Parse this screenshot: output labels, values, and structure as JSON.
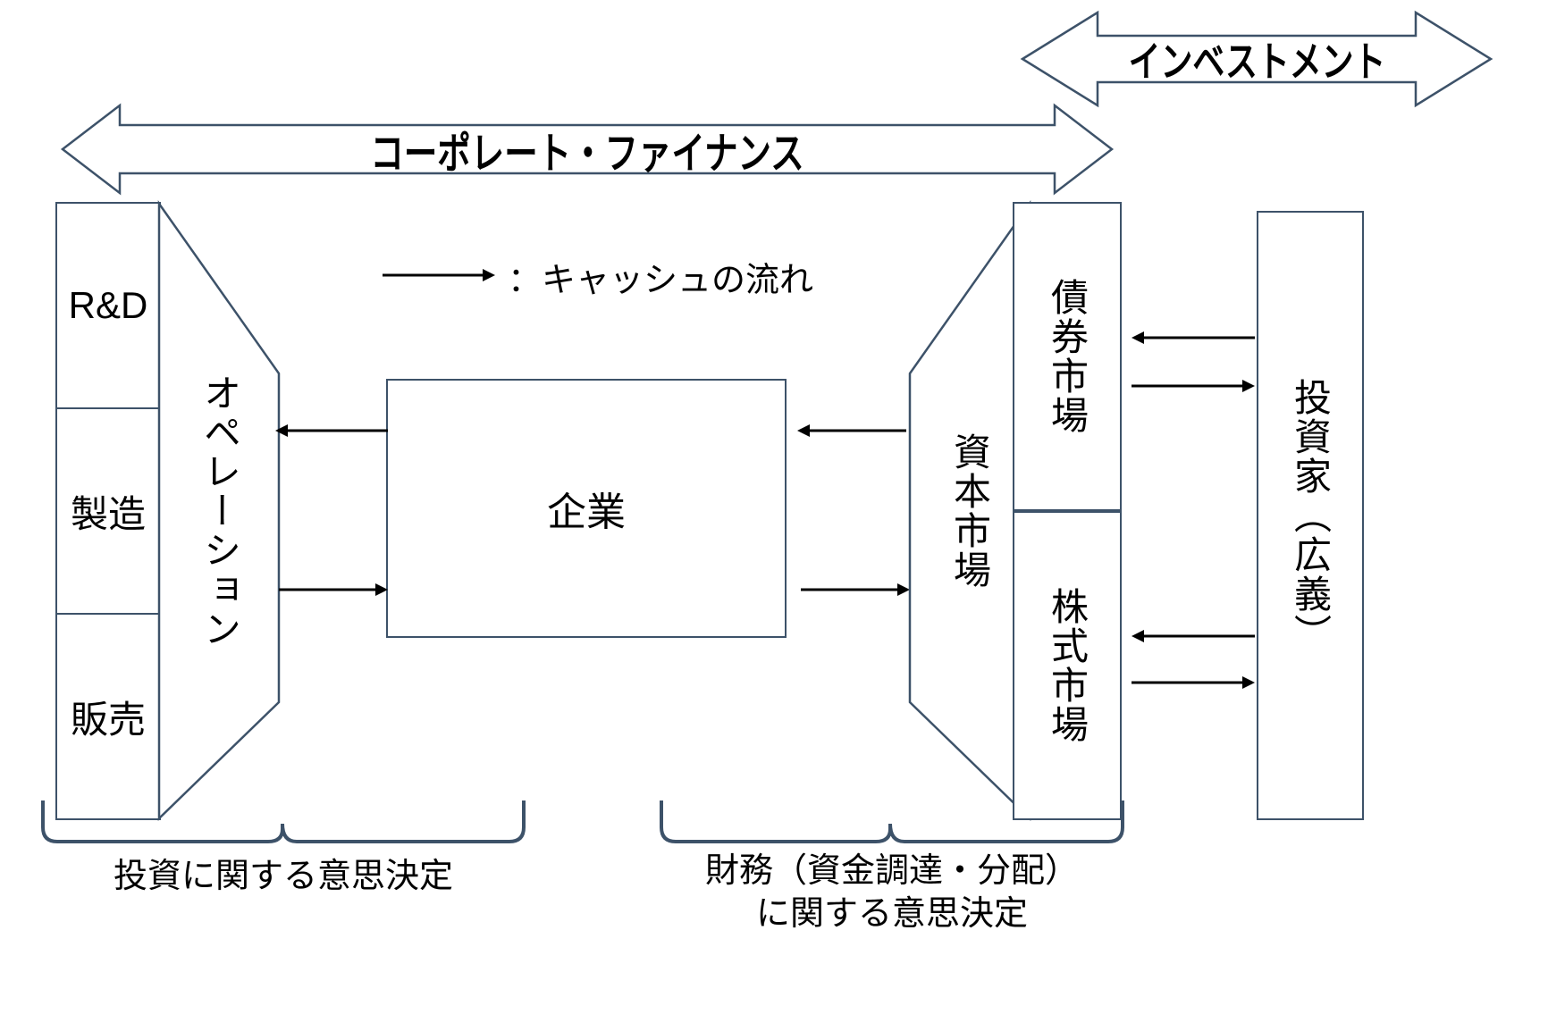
{
  "diagram": {
    "title_banner_main": "コーポレート・ファイナンス",
    "title_banner_top": "インベストメント",
    "legend": {
      "symbol_name": "right-arrow",
      "text": "：キャッシュの流れ"
    },
    "left_column": {
      "items": [
        {
          "label": "R&D"
        },
        {
          "label": "製造"
        },
        {
          "label": "販売"
        }
      ],
      "trapezoid_label": "オペレーション",
      "caption": "投資に関する意思決定"
    },
    "center": {
      "label": "企業"
    },
    "right_column": {
      "trapezoid_label": "資本市場",
      "markets": [
        {
          "label": "債券市場"
        },
        {
          "label": "株式市場"
        }
      ],
      "caption": "財務（資金調達・分配）\nに関する意思決定"
    },
    "investors": {
      "label": "投資家（広義）"
    },
    "colors": {
      "stroke": "#3d5269",
      "arrow": "#000000",
      "background": "#ffffff"
    }
  }
}
